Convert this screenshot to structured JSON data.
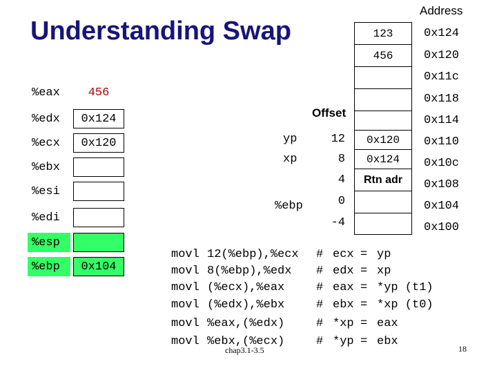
{
  "title": "Understanding Swap",
  "address_label": "Address",
  "offset_label": "Offset",
  "registers": [
    {
      "name": "%eax",
      "value": "456"
    },
    {
      "name": "%edx",
      "value": "0x124"
    },
    {
      "name": "%ecx",
      "value": "0x120"
    },
    {
      "name": "%ebx",
      "value": ""
    },
    {
      "name": "%esi",
      "value": ""
    },
    {
      "name": "%edi",
      "value": ""
    },
    {
      "name": "%esp",
      "value": ""
    },
    {
      "name": "%ebp",
      "value": "0x104"
    }
  ],
  "memory": [
    {
      "value": "123",
      "address": "0x124"
    },
    {
      "value": "456",
      "address": "0x120"
    },
    {
      "value": "",
      "address": "0x11c"
    },
    {
      "value": "",
      "address": "0x118"
    },
    {
      "value": "",
      "address": "0x114"
    },
    {
      "value": "0x120",
      "address": "0x110"
    },
    {
      "value": "0x124",
      "address": "0x10c"
    },
    {
      "value": "Rtn adr",
      "address": "0x108"
    },
    {
      "value": "",
      "address": "0x104"
    },
    {
      "value": "",
      "address": "0x100"
    }
  ],
  "offsets": [
    {
      "name": "yp",
      "offset": "12"
    },
    {
      "name": "xp",
      "offset": "8"
    },
    {
      "name": "",
      "offset": "4"
    },
    {
      "name": "%ebp",
      "offset": "0"
    },
    {
      "name": "",
      "offset": "-4"
    }
  ],
  "code": [
    {
      "op": "movl",
      "args": "12(%ebp),%ecx",
      "hash": "#",
      "lhs": "ecx",
      "eq": "=",
      "rhs": "yp"
    },
    {
      "op": "movl",
      "args": "8(%ebp),%edx",
      "hash": "#",
      "lhs": "edx",
      "eq": "=",
      "rhs": "xp"
    },
    {
      "op": "movl",
      "args": "(%ecx),%eax",
      "hash": "#",
      "lhs": "eax",
      "eq": "=",
      "rhs": "*yp (t1)"
    },
    {
      "op": "movl",
      "args": "(%edx),%ebx",
      "hash": "#",
      "lhs": "ebx",
      "eq": "=",
      "rhs": "*xp (t0)"
    },
    {
      "op": "movl",
      "args": "%eax,(%edx)",
      "hash": "#",
      "lhs": "*xp",
      "eq": "=",
      "rhs": "eax"
    },
    {
      "op": "movl",
      "args": "%ebx,(%ecx)",
      "hash": "#",
      "lhs": "*yp",
      "eq": "=",
      "rhs": "ebx"
    }
  ],
  "footer": {
    "chapter": "chap3.1-3.5",
    "page": "18"
  }
}
